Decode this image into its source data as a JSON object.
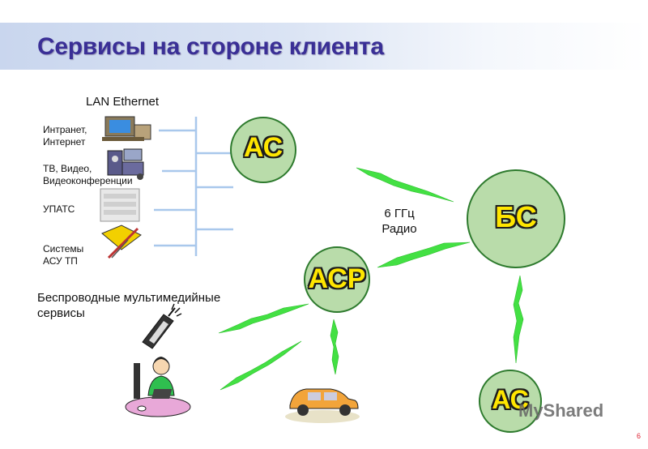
{
  "title": "Сервисы на стороне клиента",
  "lan_label": "LAN Ethernet",
  "services": [
    {
      "label_line1": "Интранет,",
      "label_line2": "Интернет",
      "icon": "computer-icon"
    },
    {
      "label_line1": "ТВ, Видео,",
      "label_line2": "Видеоконференции",
      "icon": "video-equipment-icon"
    },
    {
      "label_line1": "УПАТС",
      "label_line2": "",
      "icon": "pbx-icon"
    },
    {
      "label_line1": "Системы",
      "label_line2": "АСУ ТП",
      "icon": "control-system-icon"
    }
  ],
  "wireless": {
    "line1": "Беспроводные мультимедийные",
    "line2": "сервисы"
  },
  "radio": {
    "line1": "6 ГГц",
    "line2": "Радио"
  },
  "nodes": {
    "ac_top": "АС",
    "bs": "БС",
    "acr": "АСР",
    "ac_bottom": "АС"
  },
  "colors": {
    "node_fill": "#b9dcaa",
    "node_stroke": "#2d7a2d",
    "bus_line": "#a9c8ec",
    "radio_link": "#3fe03f",
    "title_text": "#3a2f96"
  },
  "watermark": "MyShared",
  "page_number": "6"
}
